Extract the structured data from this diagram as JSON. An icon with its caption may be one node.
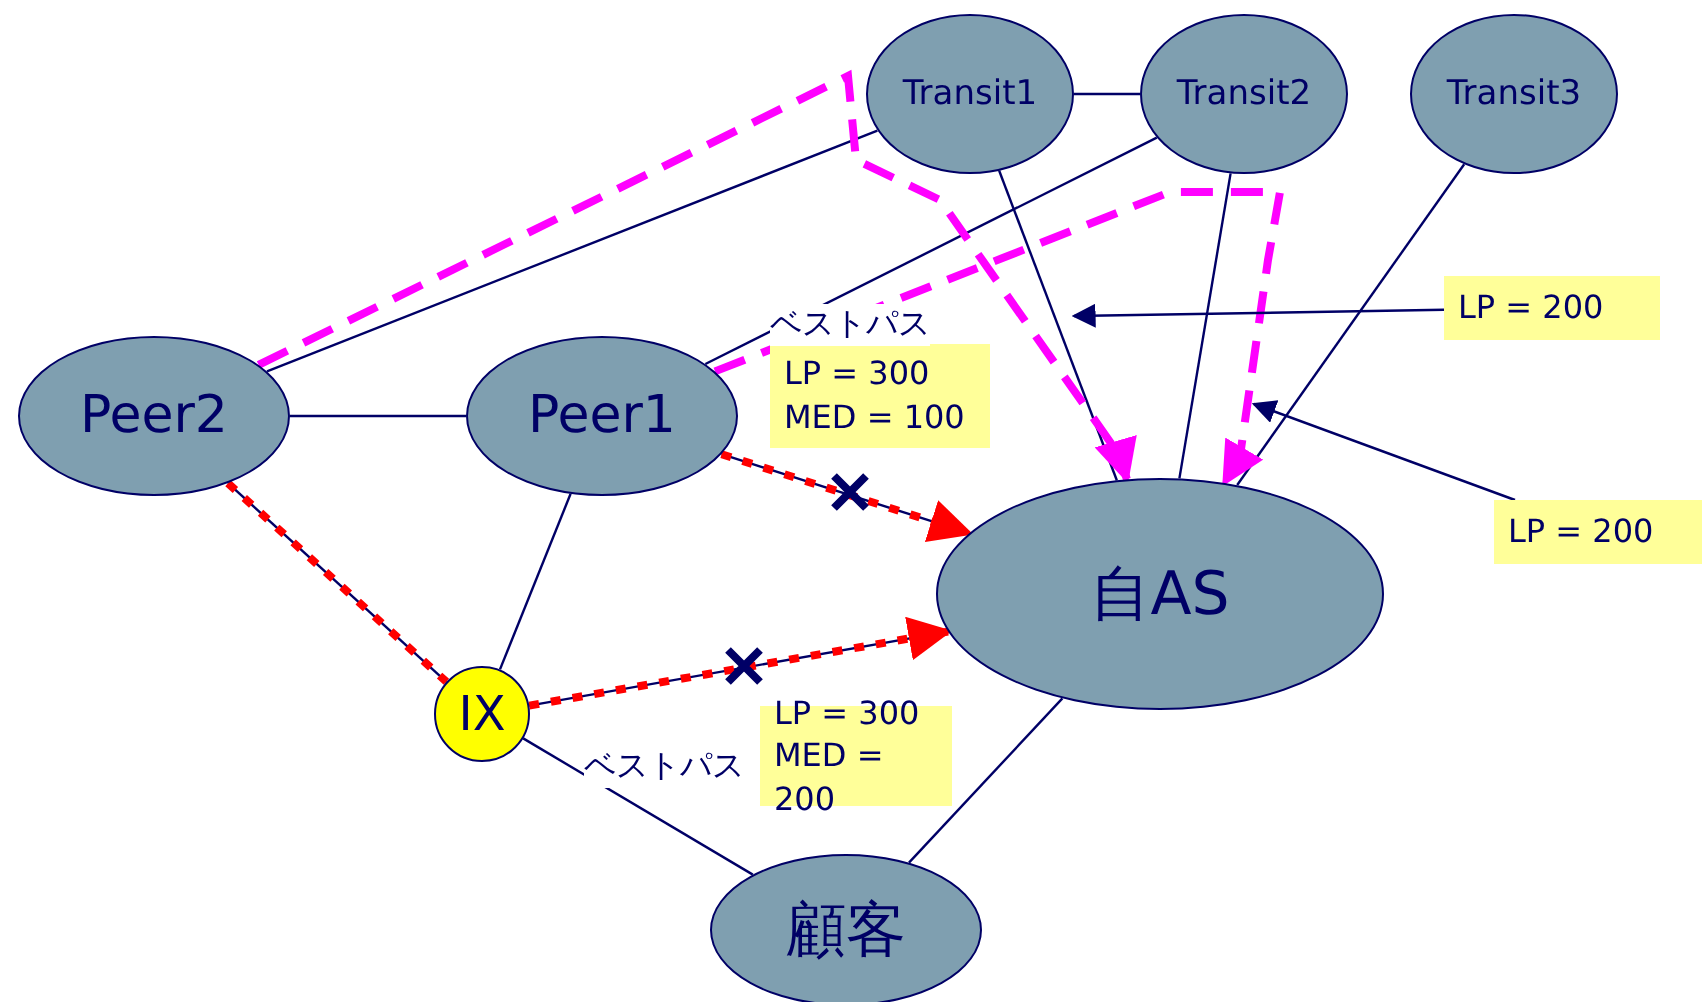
{
  "diagram": {
    "nodes": [
      {
        "text": [
          "Transit1"
        ]
      },
      {
        "text": [
          "Transit2"
        ]
      },
      {
        "text": [
          "Transit3"
        ]
      },
      {
        "text": [
          "Peer2"
        ]
      },
      {
        "text": [
          "Peer1"
        ]
      },
      {
        "text": [
          "自AS"
        ]
      },
      {
        "text": [
          "IX"
        ]
      },
      {
        "text": [
          "顧客"
        ]
      },
      {
        "text": [
          "LP =   200"
        ]
      },
      {
        "text": [
          "LP =   200"
        ]
      },
      {
        "text": [
          "LP =   300 MED = 100"
        ],
        "beside": [
          "ベストパス"
        ]
      },
      {
        "text": [
          "LP =   300 MED = 200"
        ],
        "beside": [
          "ベストパス"
        ]
      }
    ],
    "edges": [
      {
        "from": 3,
        "to": 0,
        "arrow": "none"
      },
      {
        "from": 3,
        "to": 4,
        "arrow": "none"
      },
      {
        "from": 3,
        "to": 6,
        "arrow": "none"
      },
      {
        "from": 4,
        "to": 1,
        "arrow": "none"
      },
      {
        "from": 4,
        "to": 5,
        "arrow": "none"
      },
      {
        "from": 4,
        "to": 6,
        "arrow": "none"
      },
      {
        "from": 0,
        "to": 1,
        "arrow": "none"
      },
      {
        "from": 0,
        "to": 5,
        "arrow": "none"
      },
      {
        "from": 1,
        "to": 5,
        "arrow": "none"
      },
      {
        "from": 2,
        "to": 5,
        "arrow": "none"
      },
      {
        "from": 6,
        "to": 5,
        "arrow": "none"
      },
      {
        "from": 6,
        "to": 7,
        "arrow": "none"
      },
      {
        "from": 7,
        "to": 5,
        "arrow": "none"
      },
      {
        "from": 3,
        "to": 5,
        "arrow": "to",
        "style": "dashed",
        "color": "#ff00ff"
      },
      {
        "from": 4,
        "to": 5,
        "arrow": "to",
        "style": "dashed",
        "color": "#ff00ff"
      },
      {
        "from": 4,
        "to": 5,
        "arrow": "to",
        "style": "dashed",
        "color": "#ff0000"
      },
      {
        "from": 3,
        "to": 6,
        "arrow": "none",
        "style": "dashed",
        "color": "#ff0000"
      },
      {
        "from": 6,
        "to": 5,
        "arrow": "to",
        "style": "dashed",
        "color": "#ff0000"
      },
      {
        "from": 8,
        "to": null,
        "arrow": "to"
      },
      {
        "from": 9,
        "to": null,
        "arrow": "to"
      }
    ]
  }
}
